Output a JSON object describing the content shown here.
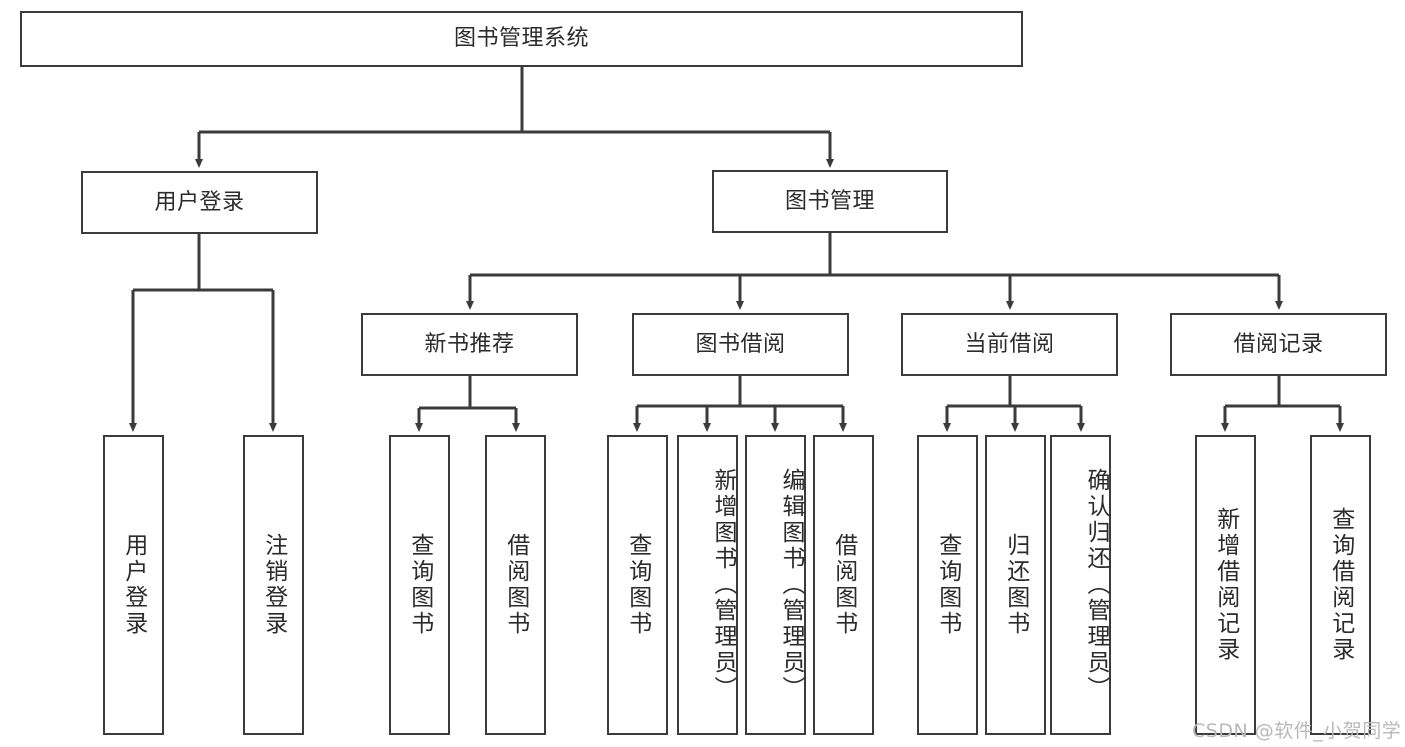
{
  "diagram": {
    "title": "图书管理系统",
    "type": "hierarchy-tree",
    "stroke_color": "#3b3b3b",
    "text_color": "#2b2b2b",
    "background": "#ffffff"
  },
  "nodes": {
    "root": {
      "label": "图书管理系统"
    },
    "level2": [
      {
        "label": "用户登录"
      },
      {
        "label": "图书管理"
      }
    ],
    "level3": [
      {
        "label": "新书推荐"
      },
      {
        "label": "图书借阅"
      },
      {
        "label": "当前借阅"
      },
      {
        "label": "借阅记录"
      }
    ],
    "leaves": {
      "user_login": [
        {
          "label": "用户登录"
        },
        {
          "label": "注销登录"
        }
      ],
      "new_book_recommend": [
        {
          "label": "查询图书"
        },
        {
          "label": "借阅图书"
        }
      ],
      "book_borrow": [
        {
          "label": "查询图书"
        },
        {
          "label": "新增图书（管理员）"
        },
        {
          "label": "编辑图书（管理员）"
        },
        {
          "label": "借阅图书"
        }
      ],
      "current_borrow": [
        {
          "label": "查询图书"
        },
        {
          "label": "归还图书"
        },
        {
          "label": "确认归还（管理员）"
        }
      ],
      "borrow_record": [
        {
          "label": "新增借阅记录"
        },
        {
          "label": "查询借阅记录"
        }
      ]
    }
  },
  "watermark": {
    "text": "CSDN @软件_小贺同学"
  }
}
